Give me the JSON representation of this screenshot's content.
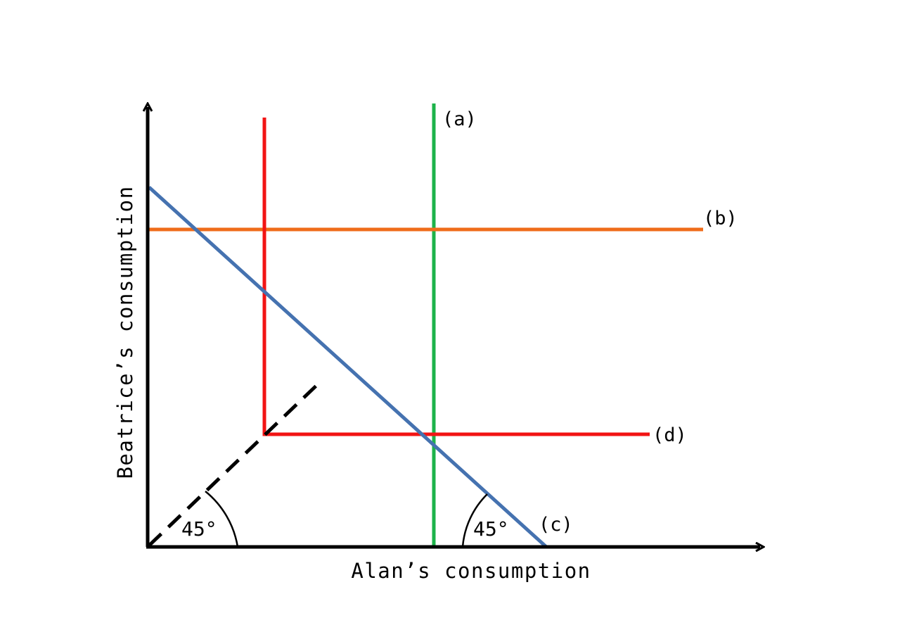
{
  "axes": {
    "x_label": "Alan’s consumption",
    "y_label": "Beatrice’s consumption"
  },
  "curves": {
    "a": {
      "label": "(a)",
      "color": "#1db34a"
    },
    "b": {
      "label": "(b)",
      "color": "#ef6c1a"
    },
    "c": {
      "label": "(c)",
      "color": "#4572b0"
    },
    "d": {
      "label": "(d)",
      "color": "#f21414"
    }
  },
  "angles": {
    "left": "45°",
    "right": "45°"
  },
  "colors": {
    "axis": "#000000",
    "diagonal": "#000000",
    "background": "#ffffff"
  }
}
